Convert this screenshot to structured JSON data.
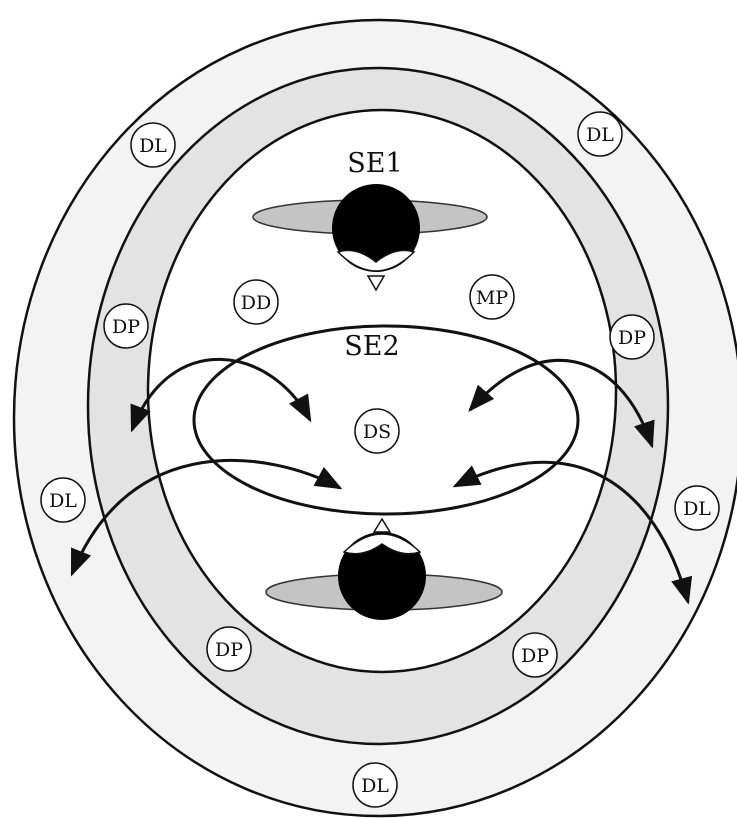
{
  "colors": {
    "outer_ring": "#f3f3f3",
    "mid_ring": "#e3e3e3",
    "inner_area": "#ffffff",
    "stroke": "#111111",
    "head": "#000000",
    "wing": "#c4c4c4"
  },
  "zones": {
    "se1": "SE1",
    "se2": "SE2"
  },
  "labels": {
    "dl_top_left": "DL",
    "dl_top_right": "DL",
    "dl_mid_left": "DL",
    "dl_mid_right": "DL",
    "dl_bottom": "DL",
    "dp_left": "DP",
    "dp_right": "DP",
    "dp_bottom_left": "DP",
    "dp_bottom_right": "DP",
    "dd": "DD",
    "mp": "MP",
    "ds": "DS"
  }
}
